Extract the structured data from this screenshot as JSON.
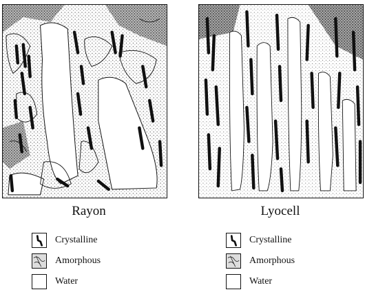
{
  "panels": [
    {
      "id": "rayon",
      "caption": "Rayon"
    },
    {
      "id": "lyocell",
      "caption": "Lyocell"
    }
  ],
  "legend": {
    "crystalline": "Crystalline",
    "amorphous": "Amorphous",
    "water": "Water"
  },
  "colors": {
    "ink": "#111111",
    "paper": "#ffffff",
    "stipple": "#9a9a9a"
  }
}
